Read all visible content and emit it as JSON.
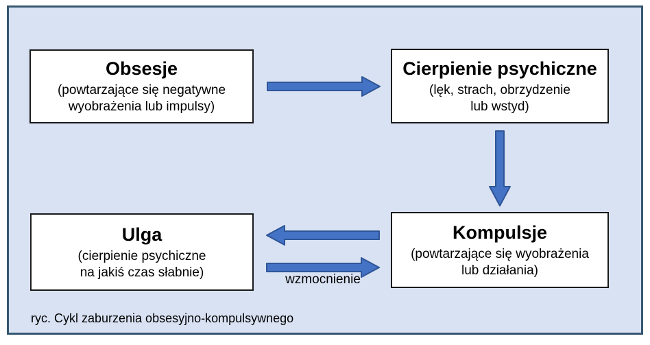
{
  "colors": {
    "page_bg": "#ffffff",
    "panel_bg": "#d9e2f3",
    "panel_border": "#35566f",
    "box_bg": "#ffffff",
    "box_border": "#1a1a1a",
    "arrow_fill": "#4472c4",
    "arrow_stroke": "#2e5597",
    "text": "#000000"
  },
  "boxes": {
    "obsesje": {
      "title": "Obsesje",
      "line1": "(powtarzające się negatywne",
      "line2": "wyobrażenia lub impulsy)"
    },
    "cierpienie": {
      "title": "Cierpienie psychiczne",
      "line1": "(lęk, strach, obrzydzenie",
      "line2": "lub wstyd)"
    },
    "kompulsje": {
      "title": "Kompulsje",
      "line1": "(powtarzające się wyobrażenia",
      "line2": "lub działania)"
    },
    "ulga": {
      "title": "Ulga",
      "line1": "(cierpienie psychiczne",
      "line2": "na jakiś czas słabnie)"
    }
  },
  "arrows": {
    "reinforcement_label": "wzmocnienie"
  },
  "caption": "ryc. Cykl zaburzenia obsesyjno-kompulsywnego"
}
